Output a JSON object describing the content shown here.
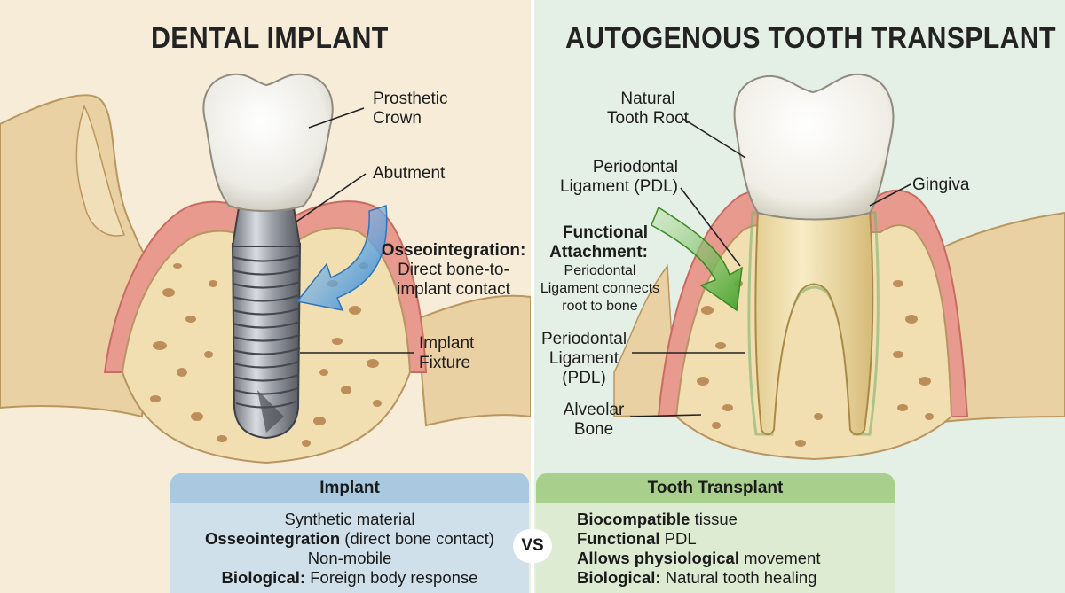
{
  "colors": {
    "left_bg": "#f6ecd8",
    "right_bg": "#e4efe5",
    "gum": "#e89a8f",
    "bone": "#f0dcae",
    "implant_arrow": "#3f8fd6",
    "transplant_arrow": "#5cae42",
    "implant_header": "#a9c9e0",
    "transplant_header": "#a9cf8d"
  },
  "left": {
    "title": "DENTAL IMPLANT",
    "labels": {
      "crown": [
        "Prosthetic",
        "Crown"
      ],
      "abutment": "Abutment",
      "osseo_title": "Osseointegration:",
      "osseo_desc": [
        "Direct bone-to-",
        "implant contact"
      ],
      "fixture": [
        "Implant",
        "Fixture"
      ]
    }
  },
  "right": {
    "title": "AUTOGENOUS TOOTH TRANSPLANT",
    "labels": {
      "root": [
        "Natural",
        "Tooth Root"
      ],
      "pdl_top": [
        "Periodontal",
        "Ligament (PDL)"
      ],
      "gingiva": "Gingiva",
      "attach_title": [
        "Functional",
        "Attachment:"
      ],
      "attach_desc": [
        "Periodontal",
        "Ligament connects",
        "root to bone"
      ],
      "pdl_mid": [
        "Periodontal",
        "Ligament",
        "(PDL)"
      ],
      "bone": [
        "Alveolar",
        "Bone"
      ]
    }
  },
  "comparison": {
    "implant": {
      "header": "Implant",
      "rows": [
        {
          "bold": "",
          "text": "Synthetic material"
        },
        {
          "bold": "Osseointegration",
          "text": " (direct bone contact)"
        },
        {
          "bold": "",
          "text": "Non-mobile"
        },
        {
          "bold": "Biological:",
          "text": " Foreign body response"
        }
      ]
    },
    "transplant": {
      "header": "Tooth Transplant",
      "rows": [
        {
          "bold": "Biocompatible",
          "text": " tissue"
        },
        {
          "bold": "Functional",
          "text": " PDL"
        },
        {
          "bold": "Allows physiological",
          "text": " movement"
        },
        {
          "bold": "Biological:",
          "text": " Natural tooth healing"
        }
      ]
    },
    "vs": "VS"
  }
}
